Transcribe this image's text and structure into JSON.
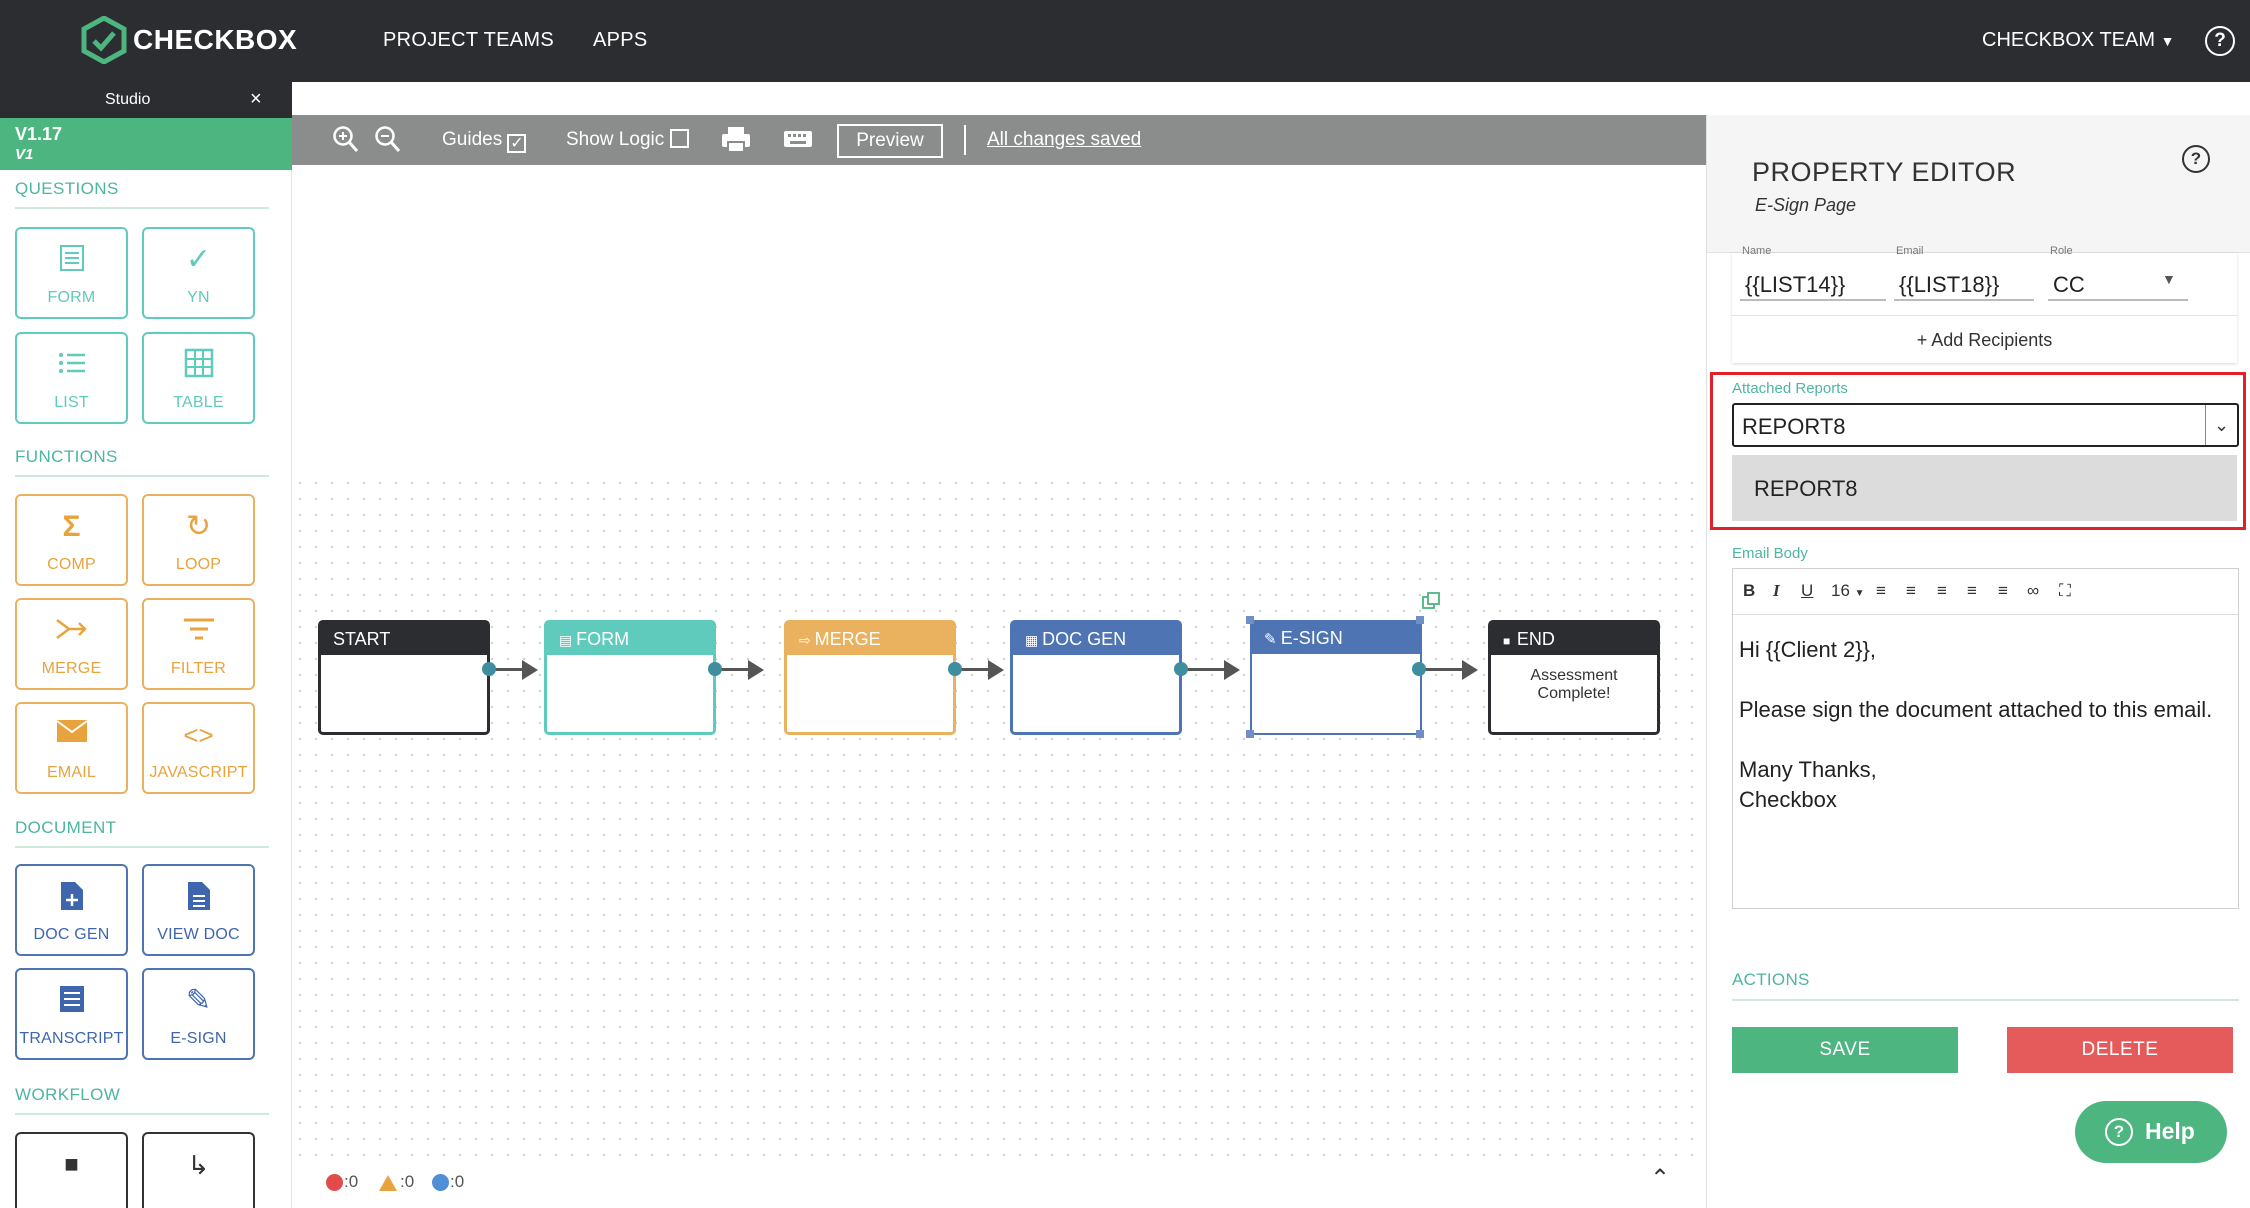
{
  "header": {
    "brand": "CHECKBOX",
    "nav": [
      "PROJECT TEAMS",
      "APPS"
    ],
    "team_menu": "CHECKBOX TEAM",
    "help_glyph": "?"
  },
  "left_panel": {
    "studio_tab": "Studio",
    "version": "V1.17",
    "version_sub": "V1",
    "questions_title": "QUESTIONS",
    "questions": [
      {
        "label": "FORM",
        "icon": "form-icon"
      },
      {
        "label": "YN",
        "icon": "checkmark-icon"
      },
      {
        "label": "LIST",
        "icon": "list-icon"
      },
      {
        "label": "TABLE",
        "icon": "table-icon"
      }
    ],
    "functions_title": "FUNCTIONS",
    "functions": [
      {
        "label": "COMP",
        "icon": "sigma-icon"
      },
      {
        "label": "LOOP",
        "icon": "loop-icon"
      },
      {
        "label": "MERGE",
        "icon": "merge-icon"
      },
      {
        "label": "FILTER",
        "icon": "filter-icon"
      },
      {
        "label": "EMAIL",
        "icon": "envelope-icon"
      },
      {
        "label": "JAVASCRIPT",
        "icon": "code-icon"
      }
    ],
    "document_title": "DOCUMENT",
    "document": [
      {
        "label": "DOC GEN",
        "icon": "doc-gen-icon"
      },
      {
        "label": "VIEW DOC",
        "icon": "view-doc-icon"
      },
      {
        "label": "TRANSCRIPT",
        "icon": "transcript-icon"
      },
      {
        "label": "E-SIGN",
        "icon": "pencil-icon"
      }
    ],
    "workflow_title": "WORKFLOW",
    "workflow": [
      {
        "label": "",
        "icon": "stop-icon"
      },
      {
        "label": "",
        "icon": "redirect-icon"
      }
    ]
  },
  "toolbar": {
    "guides": "Guides",
    "guides_checked": true,
    "show_logic": "Show Logic",
    "show_logic_checked": false,
    "preview": "Preview",
    "saved": "All changes saved"
  },
  "workflow_nodes": [
    {
      "label": "START",
      "body": "",
      "color": "#2b2d30"
    },
    {
      "label": "FORM",
      "body": "",
      "color": "#5fcbbc"
    },
    {
      "label": "MERGE",
      "body": "",
      "color": "#eab25f"
    },
    {
      "label": "DOC GEN",
      "body": "",
      "color": "#4f74b3"
    },
    {
      "label": "E-SIGN",
      "body": "",
      "color": "#4f74b3"
    },
    {
      "label": "END",
      "body": "Assessment Complete!",
      "color": "#2b2d30"
    }
  ],
  "status": {
    "errors": ":0",
    "warnings": ":0",
    "info": ":0"
  },
  "property_editor": {
    "title": "PROPERTY EDITOR",
    "subtitle": "E-Sign Page",
    "help_glyph": "?",
    "recipient": {
      "name_label": "Name",
      "email_label": "Email",
      "role_label": "Role",
      "name_value": "{{LIST14}}",
      "email_value": "{{LIST18}}",
      "role_value": "CC"
    },
    "add_recipients": "+ Add Recipients",
    "attached_reports_label": "Attached Reports",
    "attached_reports_value": "REPORT8",
    "attached_reports_options": [
      "REPORT8"
    ],
    "email_body_label": "Email Body",
    "font_size": "16",
    "email_body_lines": [
      "Hi {{Client 2}},",
      "",
      "Please sign the document attached to this email.",
      "",
      "Many Thanks,",
      "Checkbox"
    ],
    "actions_label": "ACTIONS",
    "save": "SAVE",
    "delete": "DELETE",
    "help_button": "Help"
  },
  "colors": {
    "accent_green": "#4db57f",
    "teal": "#5fcbbc",
    "orange": "#eab25f",
    "blue": "#4f74b3",
    "highlight_red": "#e0202a",
    "delete_red": "#e55b5b"
  }
}
